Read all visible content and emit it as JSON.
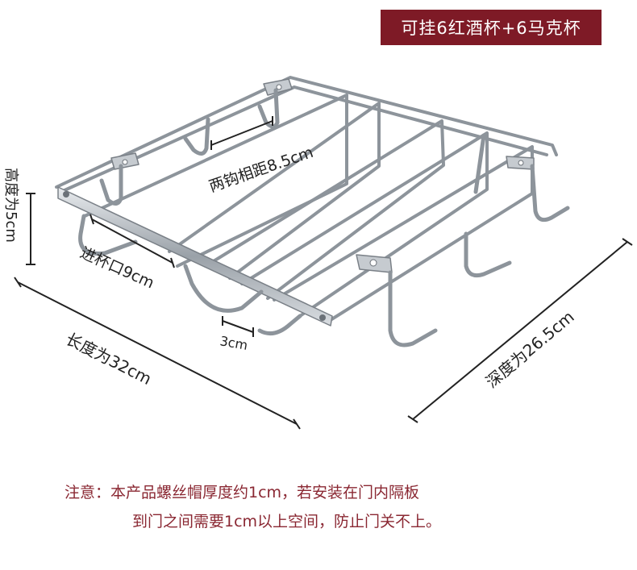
{
  "banner": {
    "text": "可挂6红酒杯+6马克杯"
  },
  "dimensions": {
    "hook_spacing": "两钩相距8.5cm",
    "height": "高度为5cm",
    "opening": "进杯口9cm",
    "gap": "3cm",
    "length": "长度为32cm",
    "depth": "深度为26.5cm"
  },
  "notice": {
    "line1": "注意：本产品螺丝帽厚度约1cm，若安装在门内隔板",
    "line2": "到门之间需要1cm以上空间，防止门关不上。"
  },
  "colors": {
    "banner_bg": "#7e1a26",
    "notice_text": "#8a2732",
    "metal": "#a9afb5"
  }
}
